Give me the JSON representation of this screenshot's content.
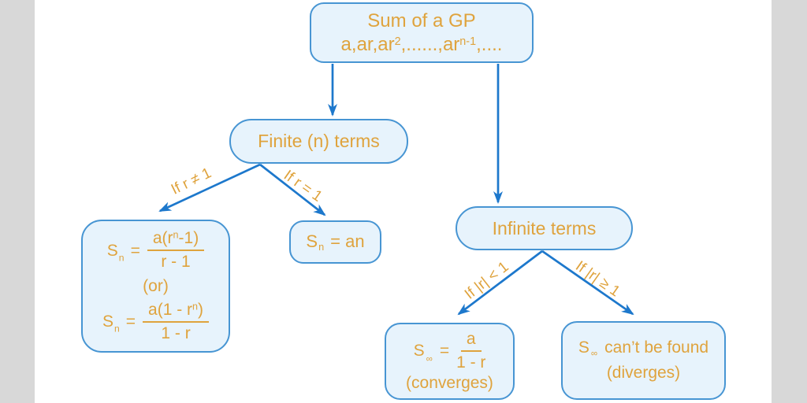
{
  "colors": {
    "background_bars": "#d8d8d8",
    "canvas": "#ffffff",
    "node_fill": "#e7f3fc",
    "node_border": "#4795d3",
    "arrow": "#1d78cc",
    "text": "#dfa33d"
  },
  "top_box": {
    "title": "Sum of a GP",
    "seq_pre": "a,ar,ar",
    "seq_sup1": "2",
    "seq_mid": ",......,ar",
    "seq_sup2": "n-1",
    "seq_post": ",...."
  },
  "finite_box": {
    "label": "Finite (n) terms"
  },
  "infinite_box": {
    "label": "Infinite terms"
  },
  "edge_labels": {
    "r_ne_1": "If r ≠ 1",
    "r_eq_1": "If r = 1",
    "abs_r_lt_1": "If |r| < 1",
    "abs_r_ge_1": "If |r| ≥ 1"
  },
  "finite_formula_box": {
    "s1": "S",
    "sub_n1": "n",
    "eq1": "=",
    "f1_num_pre": "a(r",
    "f1_num_sup": "n",
    "f1_num_post": "-1)",
    "f1_den": "r - 1",
    "or_label": "(or)",
    "s2": "S",
    "sub_n2": "n",
    "eq2": "=",
    "f2_num_pre": "a(1 - r",
    "f2_num_sup": "n",
    "f2_num_post": ")",
    "f2_den": "1 - r"
  },
  "sn_an_box": {
    "s": "S",
    "sub_n": "n",
    "rest": "= an"
  },
  "converges_box": {
    "s": "S",
    "sub_inf": "∞",
    "eq": "=",
    "num": "a",
    "den": "1 - r",
    "note": "(converges)"
  },
  "diverges_box": {
    "s": "S",
    "sub_inf": "∞",
    "rest": "can’t be found",
    "note": "(diverges)"
  }
}
